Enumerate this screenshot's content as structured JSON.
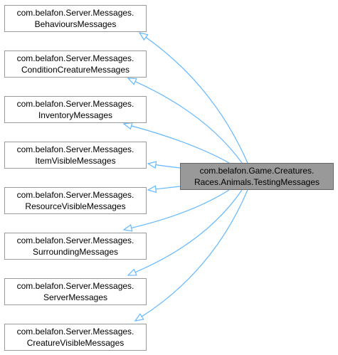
{
  "diagram": {
    "edge_color": "#63b8ff",
    "derived": {
      "line1": "com.belafon.Game.Creatures.",
      "line2": "Races.Animals.TestingMessages"
    },
    "bases": [
      {
        "line1": "com.belafon.Server.Messages.",
        "line2": "BehavioursMessages"
      },
      {
        "line1": "com.belafon.Server.Messages.",
        "line2": "ConditionCreatureMessages"
      },
      {
        "line1": "com.belafon.Server.Messages.",
        "line2": "InventoryMessages"
      },
      {
        "line1": "com.belafon.Server.Messages.",
        "line2": "ItemVisibleMessages"
      },
      {
        "line1": "com.belafon.Server.Messages.",
        "line2": "ResourceVisibleMessages"
      },
      {
        "line1": "com.belafon.Server.Messages.",
        "line2": "SurroundingMessages"
      },
      {
        "line1": "com.belafon.Server.Messages.",
        "line2": "ServerMessages"
      },
      {
        "line1": "com.belafon.Server.Messages.",
        "line2": "CreatureVisibleMessages"
      }
    ]
  }
}
